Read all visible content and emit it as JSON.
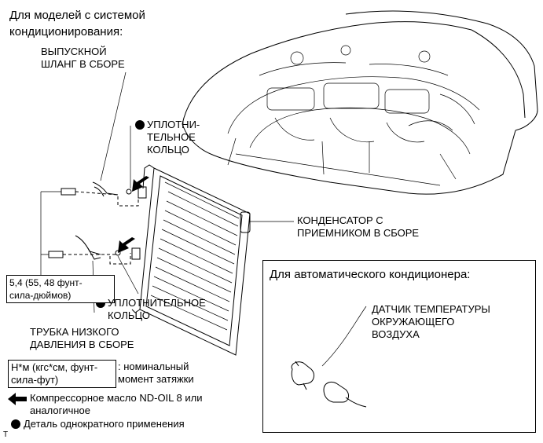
{
  "heading": {
    "line1": "Для моделей с системой",
    "line2": "кондиционирования:"
  },
  "labels": {
    "discharge_hose_1": "ВЫПУСКНОЙ",
    "discharge_hose_2": "ШЛАНГ В СБОРЕ",
    "o_ring_top_1": "УПЛОТНИ-",
    "o_ring_top_2": "ТЕЛЬНОЕ",
    "o_ring_top_3": "КОЛЬЦО",
    "condenser_1": "КОНДЕНСАТОР С",
    "condenser_2": "ПРИЕМНИКОМ В СБОРЕ",
    "torque_1": "5,4 (55, 48 фунт-",
    "torque_2": "сила-дюймов)",
    "o_ring_bottom_1": "УПЛОТНИТЕЛЬНОЕ",
    "o_ring_bottom_2": "КОЛЬЦО",
    "low_pipe_1": "ТРУБКА НИЗКОГО",
    "low_pipe_2": "ДАВЛЕНИЯ В СБОРЕ"
  },
  "auto_ac_panel": {
    "title": "Для автоматического кондиционера:",
    "sensor_1": "ДАТЧИК ТЕМПЕРАТУРЫ",
    "sensor_2": "ОКРУЖАЮЩЕГО",
    "sensor_3": "ВОЗДУХА"
  },
  "legend": {
    "torque_unit_1": "Н*м (кгс*см, фунт-",
    "torque_unit_2": "сила-фут)",
    "torque_desc_1": ": номинальный",
    "torque_desc_2": "момент затяжки",
    "oil_1": "Компрессорное масло ND-OIL 8 или",
    "oil_2": "аналогичное",
    "non_reusable": "Деталь однократного применения"
  },
  "footer_mark": "T"
}
